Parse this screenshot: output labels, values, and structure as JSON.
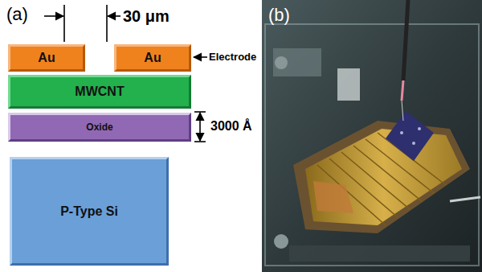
{
  "diagram": {
    "nodes": [
      {
        "text": [
          "Au"
        ]
      },
      {
        "text": [
          "Au"
        ]
      },
      {
        "text": [
          "MWCNT"
        ]
      },
      {
        "text": [
          "Oxide"
        ]
      },
      {
        "text": [
          "P-Type Si"
        ]
      }
    ],
    "labels": [
      "(a)",
      "30 μm",
      "Electrode",
      "3000 Å",
      "(b)"
    ]
  }
}
